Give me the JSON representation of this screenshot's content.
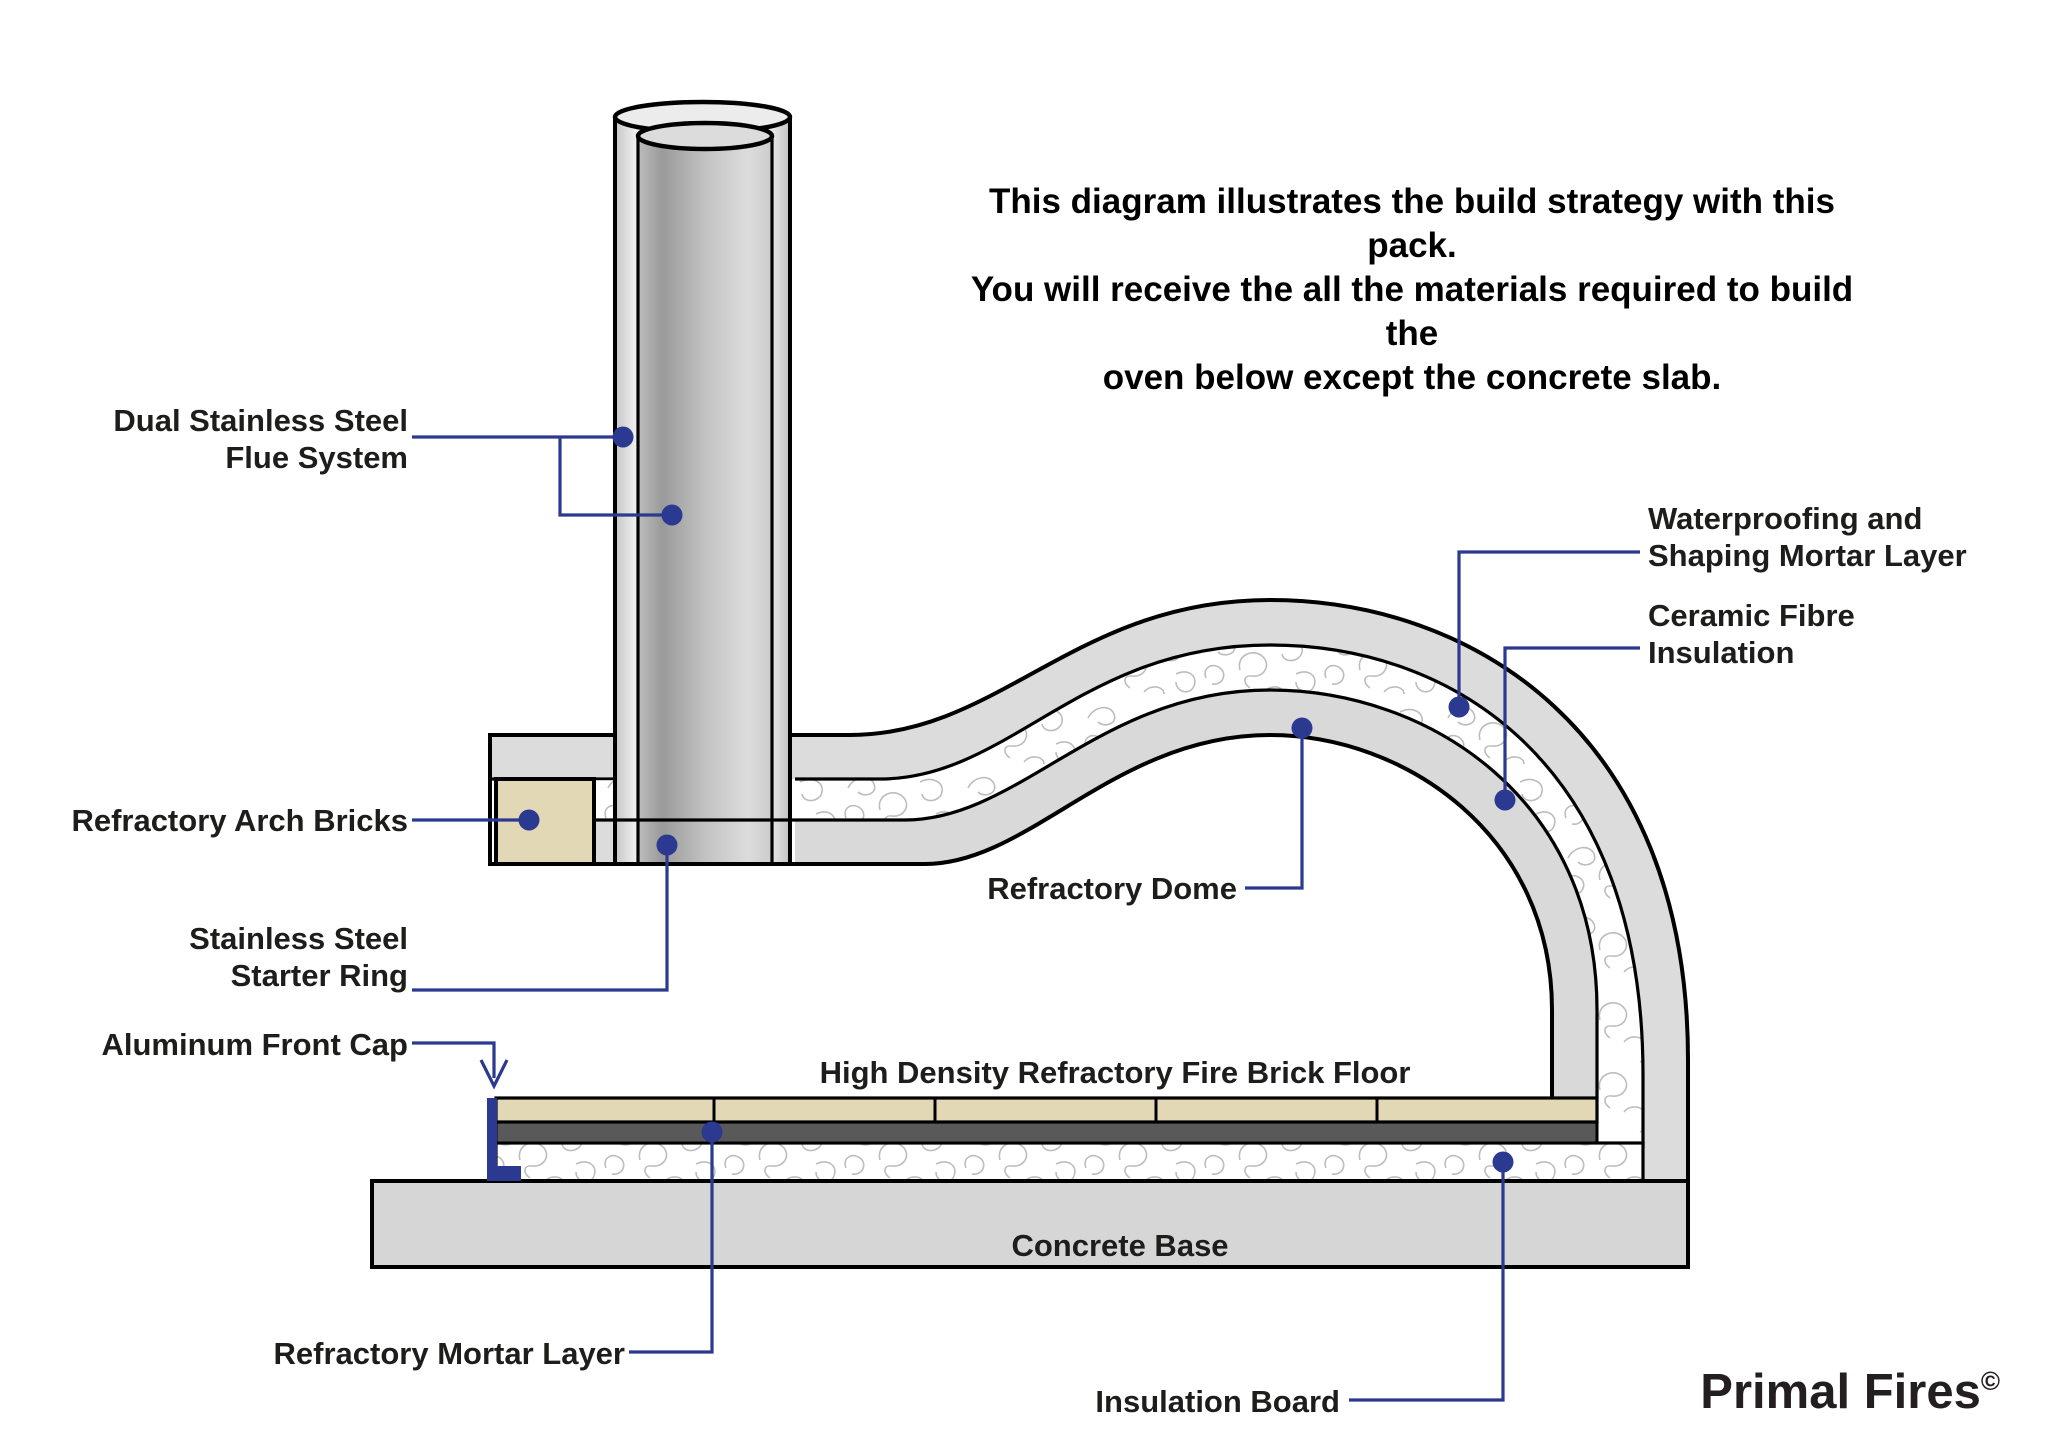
{
  "intro": {
    "text": "This diagram illustrates the build strategy with this pack.\nYou will receive the all the materials required to build the\noven below except the concrete slab."
  },
  "labels": {
    "dual_flue": "Dual Stainless Steel\nFlue System",
    "arch_bricks": "Refractory Arch Bricks",
    "starter_ring": "Stainless Steel\nStarter Ring",
    "front_cap": "Aluminum Front Cap",
    "mortar_layer": "Refractory Mortar Layer",
    "insulation_board": "Insulation Board",
    "waterproofing": "Waterproofing and\nShaping Mortar Layer",
    "ceramic_fibre": "Ceramic Fibre\nInsulation",
    "refractory_dome": "Refractory Dome",
    "fire_brick_floor": "High Density Refractory Fire Brick Floor",
    "concrete_base": "Concrete Base"
  },
  "logo": {
    "text": "Primal Fires",
    "mark": "©"
  },
  "colors": {
    "leader_line": "#2b3990",
    "marker_dot": "#2b3990",
    "front_cap": "#2b3990",
    "fire_brick": "#e2d8b6",
    "dark_mortar": "#595959",
    "shell_gray": "#dcdcdc",
    "concrete": "#d6d6d6",
    "squiggle_texture": "#bdbdbd",
    "outline": "#000000",
    "label_text": "#1d1d1b"
  }
}
